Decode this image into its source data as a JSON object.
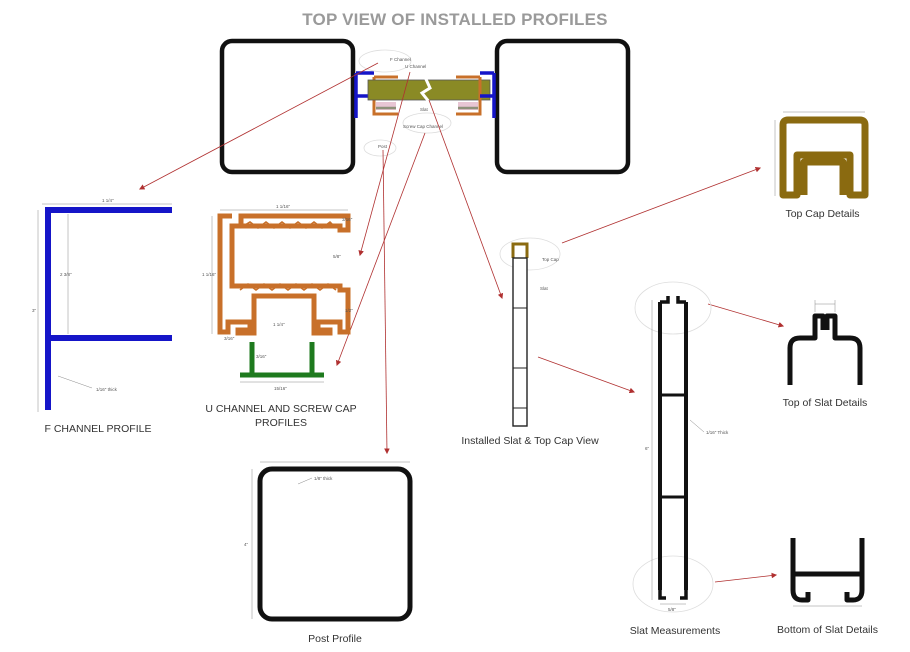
{
  "title": "TOP VIEW OF INSTALLED PROFILES",
  "labels": {
    "f_channel": "F CHANNEL PROFILE",
    "u_channel_l1": "U CHANNEL AND SCREW CAP",
    "u_channel_l2": "PROFILES",
    "installed": "Installed Slat & Top Cap View",
    "post": "Post Profile",
    "slat_meas": "Slat Measurements",
    "top_cap": "Top Cap Details",
    "top_slat": "Top of Slat Details",
    "bottom_slat": "Bottom of Slat Details"
  },
  "callouts": {
    "f_channel": "F Channel",
    "u_channel": "U Channel",
    "slat": "Slat",
    "screw_cap": "Screw Cap Channel",
    "post": "Post",
    "top_cap": "Top Cap",
    "slat_small": "Slat"
  },
  "dims": {
    "f_top": "1 1/4\"",
    "f_mid": "2 3/8\"",
    "f_side": "3\"",
    "f_thick": "1/16\" thick",
    "u_top": "1 1/16\"",
    "u_side": "1 1/16\"",
    "u_inner": "5/8\"",
    "u_inner2": "1/2\"",
    "u_bottom": "1 1/4\"",
    "u_gap": "3/16\"",
    "sc_h": "3/16\"",
    "sc_w": "15/16\"",
    "post_wall": "1/8\" thick",
    "post_side": "4\"",
    "slat_h": "6\"",
    "slat_thick": "1/16\" Thick",
    "slat_w": "5/8\""
  },
  "colors": {
    "f_channel": "#1515c8",
    "u_channel": "#c8702a",
    "screw_cap": "#1e7a1e",
    "top_cap": "#8a6a10",
    "olive": "#8a8a25",
    "arrow": "#b03030",
    "black": "#111111"
  }
}
